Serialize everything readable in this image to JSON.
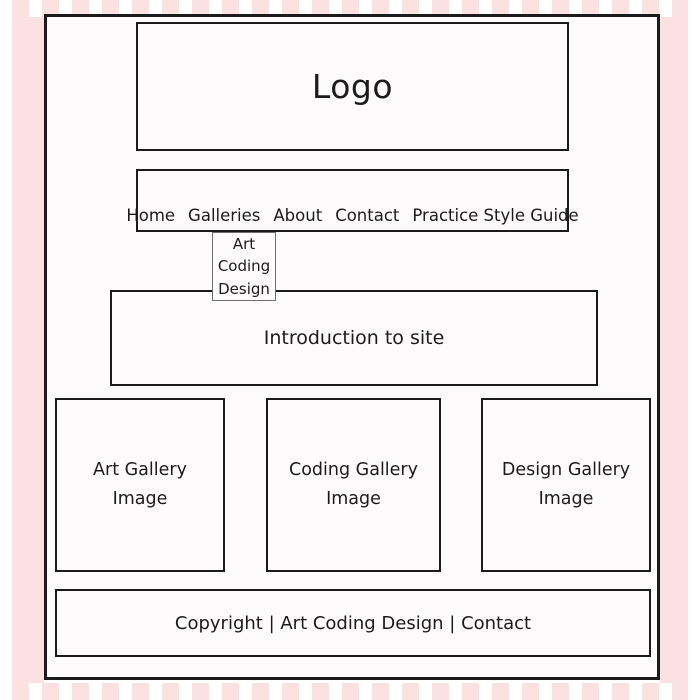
{
  "decor": {
    "pink": "#FBE1DF",
    "frame_border": "#1b1b1b",
    "page_background": "#FDFBFB"
  },
  "header": {
    "logo_label": "Logo"
  },
  "nav": {
    "items": [
      {
        "label": "Home"
      },
      {
        "label": "Galleries"
      },
      {
        "label": "About"
      },
      {
        "label": "Contact"
      },
      {
        "label": "Practice Style Guide"
      }
    ],
    "dropdown": {
      "parent": "Galleries",
      "items": [
        {
          "label": "Art"
        },
        {
          "label": "Coding"
        },
        {
          "label": "Design"
        }
      ]
    }
  },
  "main": {
    "intro_label": "Introduction to site",
    "galleries": [
      {
        "line1": "Art Gallery",
        "line2": "Image"
      },
      {
        "line1": "Coding Gallery",
        "line2": "Image"
      },
      {
        "line1": "Design Gallery",
        "line2": "Image"
      }
    ]
  },
  "footer": {
    "text": "Copyright  | Art Coding Design | Contact"
  }
}
